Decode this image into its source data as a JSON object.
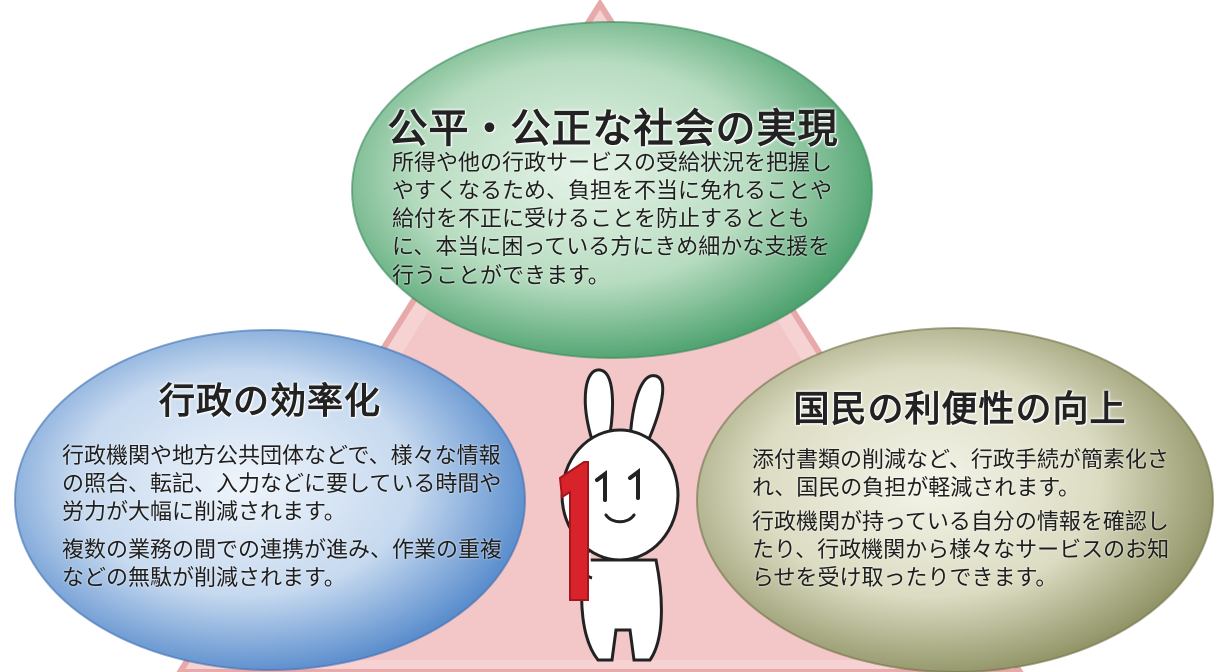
{
  "colors": {
    "triangle": "#f3c6c7",
    "triangle_edge": "#e8a9ab",
    "green_bubble": "#3f9a64",
    "blue_bubble": "#4a82c8",
    "olive_bubble": "#878a5a",
    "mascot_red": "#d9232b"
  },
  "icons": [
    "mascot-rabbit-icon"
  ],
  "fairness": {
    "title": "公平・公正な社会の実現",
    "body": "所得や他の行政サービスの受給状況を把握しやすくなるため、負担を不当に免れることや給付を不正に受けることを防止するとともに、本当に困っている方にきめ細かな支援を行うことができます。"
  },
  "efficiency": {
    "title": "行政の効率化",
    "body1": "行政機関や地方公共団体などで、様々な情報の照合、転記、入力などに要している時間や労力が大幅に削減されます。",
    "body2": "複数の業務の間での連携が進み、作業の重複などの無駄が削減されます。"
  },
  "convenience": {
    "title": "国民の利便性の向上",
    "body1": "添付書類の削減など、行政手続が簡素化され、国民の負担が軽減されます。",
    "body2": "行政機関が持っている自分の情報を確認したり、行政機関から様々なサービスのお知らせを受け取ったりできます。"
  }
}
